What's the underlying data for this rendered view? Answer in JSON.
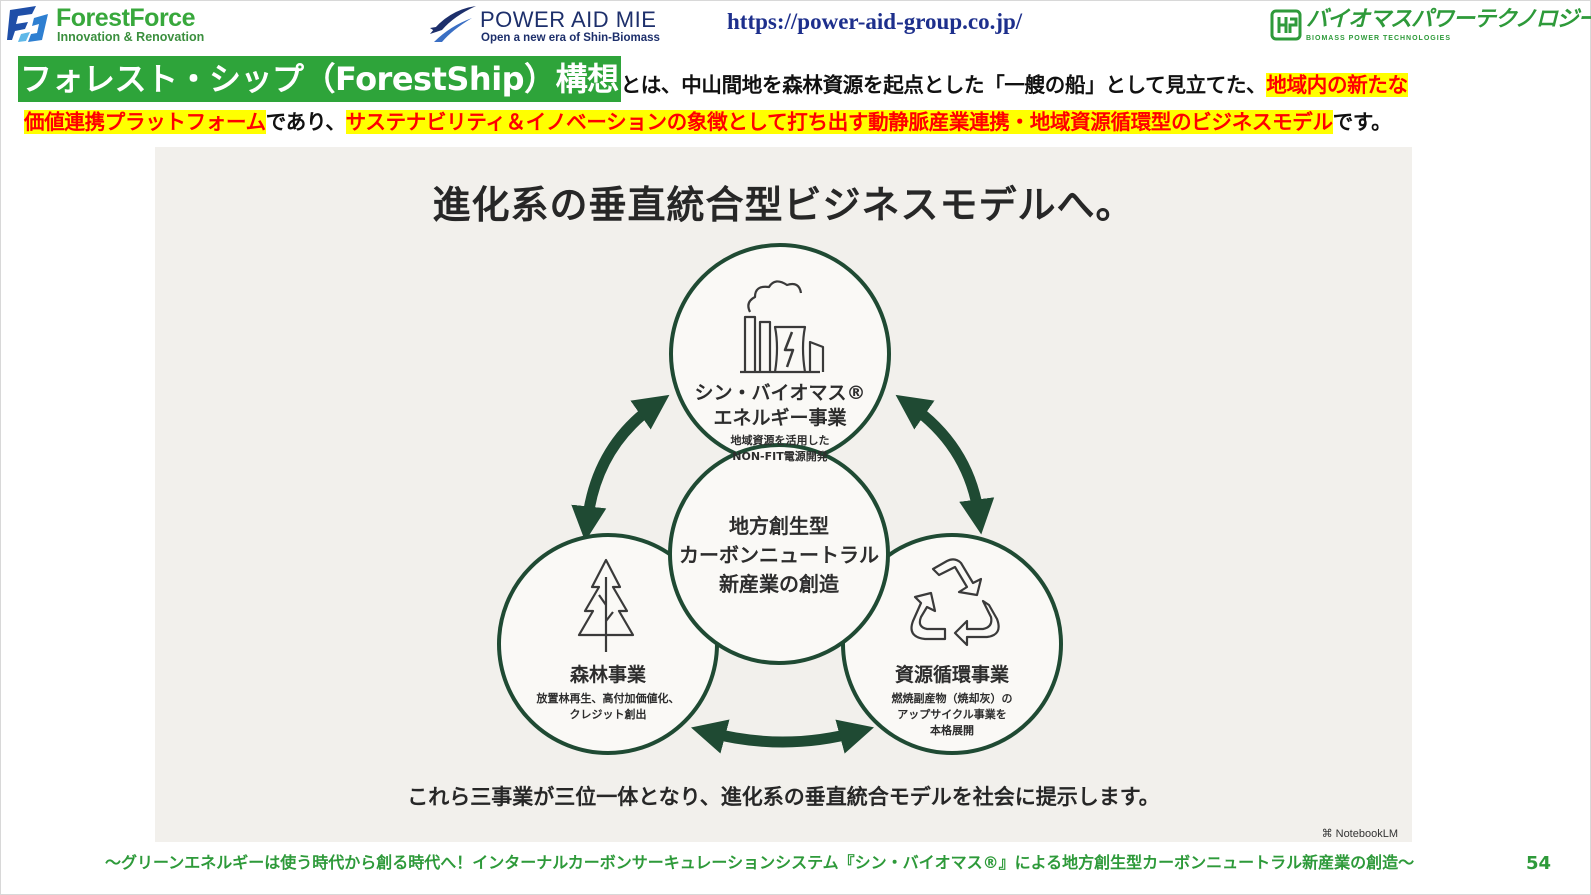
{
  "header": {
    "forestforce": {
      "name": "ForestForce",
      "tagline": "Innovation & Renovation"
    },
    "power_aid": {
      "name": "POWER AID MIE",
      "tagline": "Open a new era of Shin-Biomass"
    },
    "url": "https://power-aid-group.co.jp/",
    "bpt": {
      "name": "バイオマスパワーテクノロジーズ",
      "tagline": "BIOMASS POWER TECHNOLOGIES"
    }
  },
  "intro": {
    "title": "フォレスト・シップ（ForestShip）構想",
    "line1_text": "とは、中山間地を森林資源を起点とした「一艘の船」として見立てた、",
    "line1_highlight": "地域内の新たな",
    "line2_highlight1": "価値連携プラットフォーム",
    "line2_text1": "であり、",
    "line2_highlight2": "サステナビリティ＆イノベーションの象徴として打ち出す動静脈産業連携・地域資源循環型のビジネスモデル",
    "line2_text2": "です。"
  },
  "figure": {
    "title": "進化系の垂直統合型ビジネスモデルへ。",
    "center": {
      "lines": [
        "地方創生型",
        "カーボンニュートラル",
        "新産業の創造"
      ]
    },
    "nodes": [
      {
        "id": "energy",
        "icon": "power-plant-icon",
        "title_lines": [
          "シン・バイオマス®",
          "エネルギー事業"
        ],
        "desc_lines": [
          "地域資源を活用した",
          "NON-FIT電源開発"
        ]
      },
      {
        "id": "forest",
        "icon": "tree-icon",
        "title_lines": [
          "森林事業"
        ],
        "desc_lines": [
          "放置林再生、高付加価値化、",
          "クレジット創出"
        ]
      },
      {
        "id": "recycle",
        "icon": "recycle-icon",
        "title_lines": [
          "資源循環事業"
        ],
        "desc_lines": [
          "燃焼副産物（焼却灰）の",
          "アップサイクル事業を",
          "本格展開"
        ]
      }
    ],
    "caption": "これら三事業が三位一体となり、進化系の垂直統合モデルを社会に提示します。",
    "watermark": "NotebookLM",
    "colors": {
      "circle_stroke": "#1f4a33",
      "arrow": "#1f4a33",
      "background": "#f2f0ec"
    }
  },
  "footer": {
    "text": "～グリーンエネルギーは使う時代から創る時代へ！インターナルカーボンサーキュレーションシステム『シン・バイオマス®』による地方創生型カーボンニュートラル新産業の創造～",
    "page": "54"
  }
}
